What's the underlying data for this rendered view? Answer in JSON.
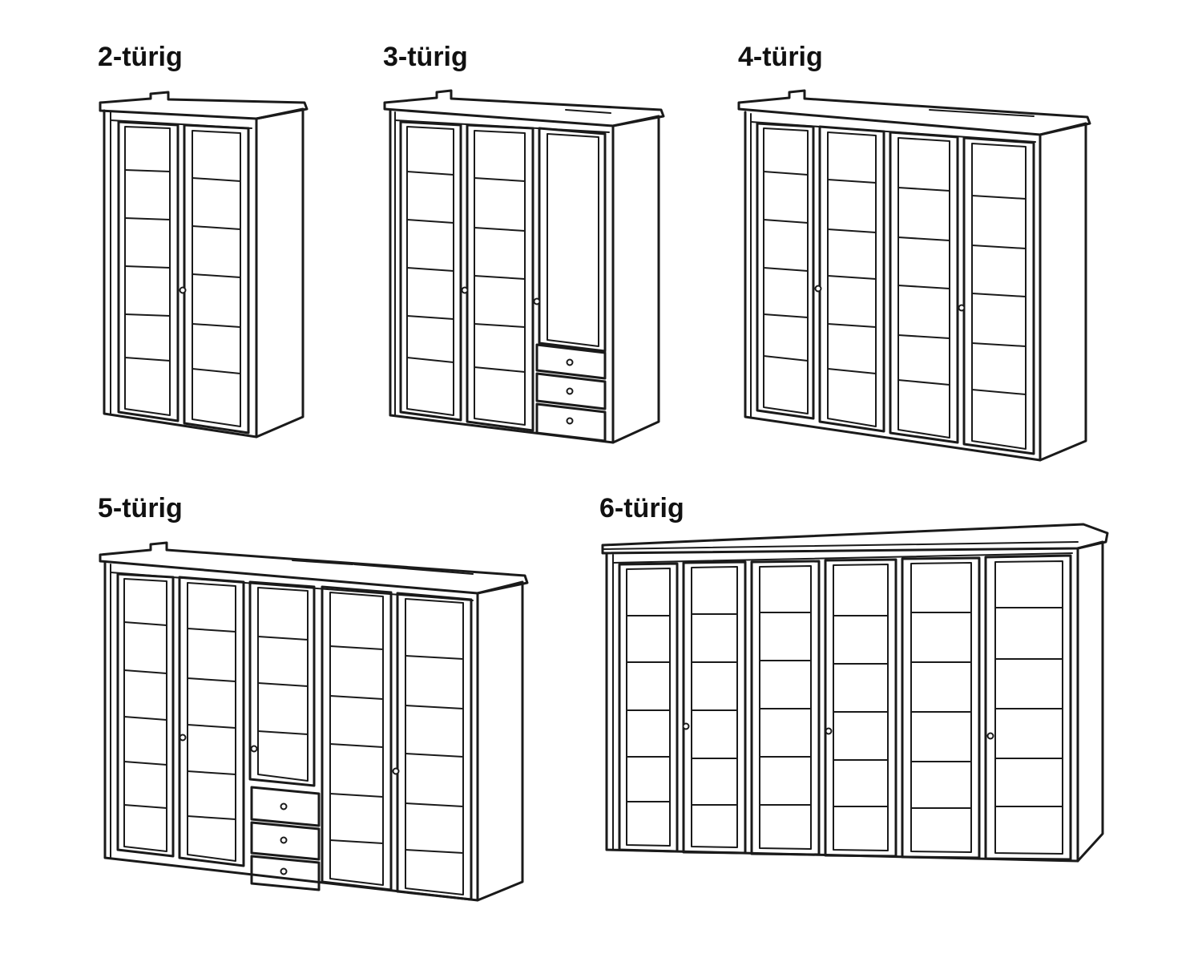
{
  "variants": [
    {
      "id": "2",
      "label": "2-türig",
      "doors": 2
    },
    {
      "id": "3",
      "label": "3-türig",
      "doors": 3
    },
    {
      "id": "4",
      "label": "4-türig",
      "doors": 4
    },
    {
      "id": "5",
      "label": "5-türig",
      "doors": 5
    },
    {
      "id": "6",
      "label": "6-türig",
      "doors": 6
    }
  ],
  "colors": {
    "line": "#1a1a1a",
    "background": "#ffffff"
  },
  "icons": [
    "wardrobe-2-door-icon",
    "wardrobe-3-door-icon",
    "wardrobe-4-door-icon",
    "wardrobe-5-door-icon",
    "wardrobe-6-door-icon"
  ]
}
